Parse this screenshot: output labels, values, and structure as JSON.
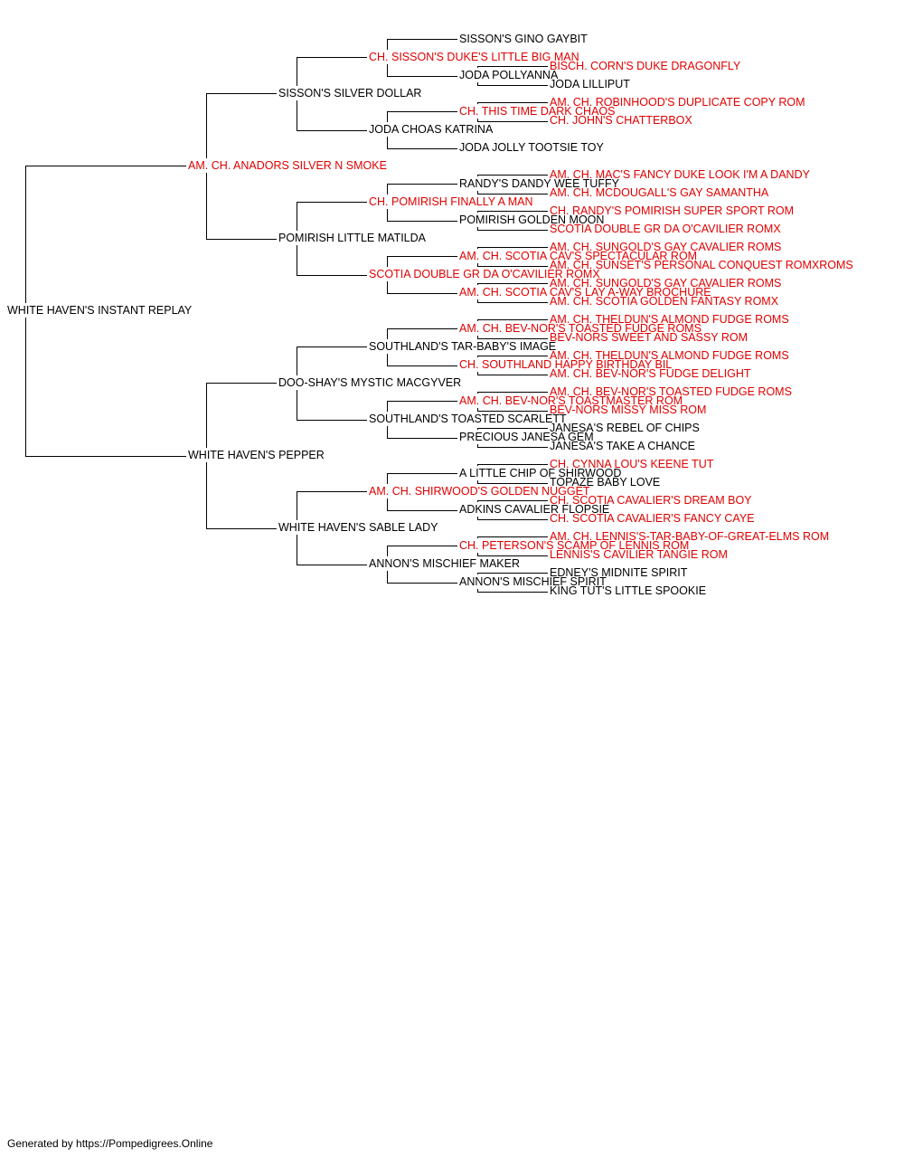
{
  "colors": {
    "titled": "#e00000",
    "plain": "#000000",
    "line": "#000000"
  },
  "root": {
    "name": "WHITE HAVEN'S INSTANT REPLAY",
    "titled": false,
    "sire": {
      "name": "AM. CH. ANADORS SILVER N SMOKE",
      "titled": true,
      "sire": {
        "name": "SISSON'S SILVER DOLLAR",
        "titled": false,
        "sire": {
          "name": "CH. SISSON'S DUKE'S LITTLE BIG MAN",
          "titled": true,
          "sire": {
            "name": "SISSON'S GINO GAYBIT",
            "titled": false
          },
          "dam": {
            "name": "JODA POLLYANNA",
            "titled": false,
            "sire": {
              "name": "BISCH. CORN'S DUKE DRAGONFLY",
              "titled": true
            },
            "dam": {
              "name": "JODA LILLIPUT",
              "titled": false
            }
          }
        },
        "dam": {
          "name": "JODA CHOAS KATRINA",
          "titled": false,
          "sire": {
            "name": "CH. THIS TIME DARK CHAOS",
            "titled": true,
            "sire": {
              "name": "AM. CH. ROBINHOOD'S DUPLICATE COPY ROM",
              "titled": true
            },
            "dam": {
              "name": "CH. JOHN'S CHATTERBOX",
              "titled": true
            }
          },
          "dam": {
            "name": "JODA JOLLY TOOTSIE TOY",
            "titled": false
          }
        }
      },
      "dam": {
        "name": "POMIRISH LITTLE MATILDA",
        "titled": false,
        "sire": {
          "name": "CH. POMIRISH FINALLY A MAN",
          "titled": true,
          "sire": {
            "name": "RANDY'S DANDY WEE TUFFY",
            "titled": false,
            "sire": {
              "name": "AM. CH. MAC'S FANCY DUKE LOOK I'M A DANDY",
              "titled": true
            },
            "dam": {
              "name": "AM. CH. MCDOUGALL'S GAY SAMANTHA",
              "titled": true
            }
          },
          "dam": {
            "name": "POMIRISH GOLDEN MOON",
            "titled": false,
            "sire": {
              "name": "CH. RANDY'S POMIRISH SUPER SPORT ROM",
              "titled": true
            },
            "dam": {
              "name": "SCOTIA DOUBLE GR DA O'CAVILIER ROMX",
              "titled": true
            }
          }
        },
        "dam": {
          "name": "SCOTIA DOUBLE GR DA O'CAVILIER ROMX",
          "titled": true,
          "sire": {
            "name": "AM. CH. SCOTIA CAV'S SPECTACULAR ROM",
            "titled": true,
            "sire": {
              "name": "AM. CH. SUNGOLD'S GAY CAVALIER ROMS",
              "titled": true
            },
            "dam": {
              "name": "AM. CH. SUNSET'S PERSONAL CONQUEST ROMXROMS",
              "titled": true
            }
          },
          "dam": {
            "name": "AM. CH. SCOTIA CAV'S LAY A-WAY BROCHURE",
            "titled": true,
            "sire": {
              "name": "AM. CH. SUNGOLD'S GAY CAVALIER ROMS",
              "titled": true
            },
            "dam": {
              "name": "AM. CH. SCOTIA GOLDEN FANTASY ROMX",
              "titled": true
            }
          }
        }
      }
    },
    "dam": {
      "name": "WHITE HAVEN'S PEPPER",
      "titled": false,
      "sire": {
        "name": "DOO-SHAY'S MYSTIC MACGYVER",
        "titled": false,
        "sire": {
          "name": "SOUTHLAND'S TAR-BABY'S IMAGE",
          "titled": false,
          "sire": {
            "name": "AM. CH. BEV-NOR'S TOASTED FUDGE ROMS",
            "titled": true,
            "sire": {
              "name": "AM. CH. THELDUN'S ALMOND FUDGE ROMS",
              "titled": true
            },
            "dam": {
              "name": "BEV-NORS SWEET AND SASSY ROM",
              "titled": true
            }
          },
          "dam": {
            "name": "CH. SOUTHLAND HAPPY BIRTHDAY BIL",
            "titled": true,
            "sire": {
              "name": "AM. CH. THELDUN'S ALMOND FUDGE ROMS",
              "titled": true
            },
            "dam": {
              "name": "AM. CH. BEV-NOR'S FUDGE DELIGHT",
              "titled": true
            }
          }
        },
        "dam": {
          "name": "SOUTHLAND'S TOASTED SCARLETT",
          "titled": false,
          "sire": {
            "name": "AM. CH. BEV-NOR'S TOASTMASTER ROM",
            "titled": true,
            "sire": {
              "name": "AM. CH. BEV-NOR'S TOASTED FUDGE ROMS",
              "titled": true
            },
            "dam": {
              "name": "BEV-NORS MISSY MISS ROM",
              "titled": true
            }
          },
          "dam": {
            "name": "PRECIOUS JANESA GEM",
            "titled": false,
            "sire": {
              "name": "JANESA'S REBEL OF CHIPS",
              "titled": false
            },
            "dam": {
              "name": "JANESA'S TAKE A CHANCE",
              "titled": false
            }
          }
        }
      },
      "dam": {
        "name": "WHITE HAVEN'S SABLE LADY",
        "titled": false,
        "sire": {
          "name": "AM. CH. SHIRWOOD'S GOLDEN NUGGET",
          "titled": true,
          "sire": {
            "name": "A LITTLE CHIP OF SHIRWOOD",
            "titled": false,
            "sire": {
              "name": "CH. CYNNA LOU'S KEENE TUT",
              "titled": true
            },
            "dam": {
              "name": "TOPAZE BABY LOVE",
              "titled": false
            }
          },
          "dam": {
            "name": "ADKINS CAVALIER FLOPSIE",
            "titled": false,
            "sire": {
              "name": "CH. SCOTIA CAVALIER'S DREAM BOY",
              "titled": true
            },
            "dam": {
              "name": "CH. SCOTIA CAVALIER'S FANCY CAYE",
              "titled": true
            }
          }
        },
        "dam": {
          "name": "ANNON'S MISCHIEF MAKER",
          "titled": false,
          "sire": {
            "name": "CH. PETERSON'S SCAMP OF LENNIS ROM",
            "titled": true,
            "sire": {
              "name": "AM. CH. LENNIS'S-TAR-BABY-OF-GREAT-ELMS ROM",
              "titled": true
            },
            "dam": {
              "name": "LENNIS'S CAVILIER TANGIE ROM",
              "titled": true
            }
          },
          "dam": {
            "name": "ANNON'S MISCHIEF SPIRIT",
            "titled": false,
            "sire": {
              "name": "EDNEY'S MIDNITE SPIRIT",
              "titled": false
            },
            "dam": {
              "name": "KING TUT'S LITTLE SPOOKIE",
              "titled": false
            }
          }
        }
      }
    }
  },
  "footer": "Generated by https://Pompedigrees.Online"
}
